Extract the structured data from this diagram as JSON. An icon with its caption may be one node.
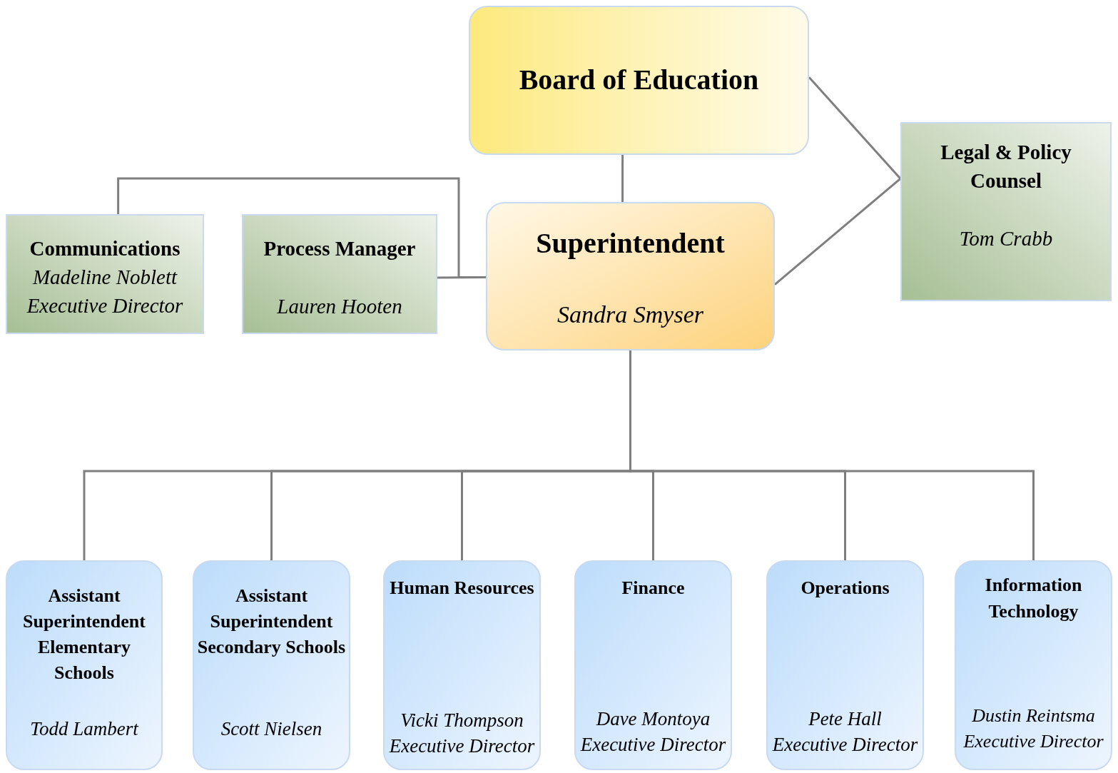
{
  "diagram": {
    "nodes": [
      {
        "text": [
          "Board of Education"
        ]
      },
      {
        "text": [
          "Legal & Policy Counsel",
          "Tom Crabb"
        ]
      },
      {
        "text": [
          "Communications",
          "Madeline Noblett Executive Director"
        ]
      },
      {
        "text": [
          "Process Manager",
          "Lauren Hooten"
        ]
      },
      {
        "text": [
          "Superintendent",
          "Sandra Smyser"
        ]
      },
      {
        "text": [
          "Assistant Superintendent Elementary Schools",
          "Todd Lambert"
        ]
      },
      {
        "text": [
          "Assistant Superintendent Secondary Schools",
          "Scott Nielsen"
        ]
      },
      {
        "text": [
          "Human Resources",
          "Vicki Thompson Executive Director"
        ]
      },
      {
        "text": [
          "Finance",
          "Dave Montoya Executive Director"
        ]
      },
      {
        "text": [
          "Operations",
          "Pete Hall Executive Director"
        ]
      },
      {
        "text": [
          "Information Technology",
          "Dustin Reintsma Executive Director"
        ]
      }
    ],
    "edges": [
      {
        "from": 0,
        "to": 4,
        "arrow": "none"
      },
      {
        "from": 0,
        "to": 1,
        "arrow": "none"
      },
      {
        "from": 4,
        "to": 1,
        "arrow": "none"
      },
      {
        "from": 4,
        "to": 2,
        "arrow": "none"
      },
      {
        "from": 4,
        "to": 3,
        "arrow": "none"
      },
      {
        "from": 4,
        "to": 5,
        "arrow": "none"
      },
      {
        "from": 4,
        "to": 6,
        "arrow": "none"
      },
      {
        "from": 4,
        "to": 7,
        "arrow": "none"
      },
      {
        "from": 4,
        "to": 8,
        "arrow": "none"
      },
      {
        "from": 4,
        "to": 9,
        "arrow": "none"
      },
      {
        "from": 4,
        "to": 10,
        "arrow": "none"
      }
    ]
  }
}
